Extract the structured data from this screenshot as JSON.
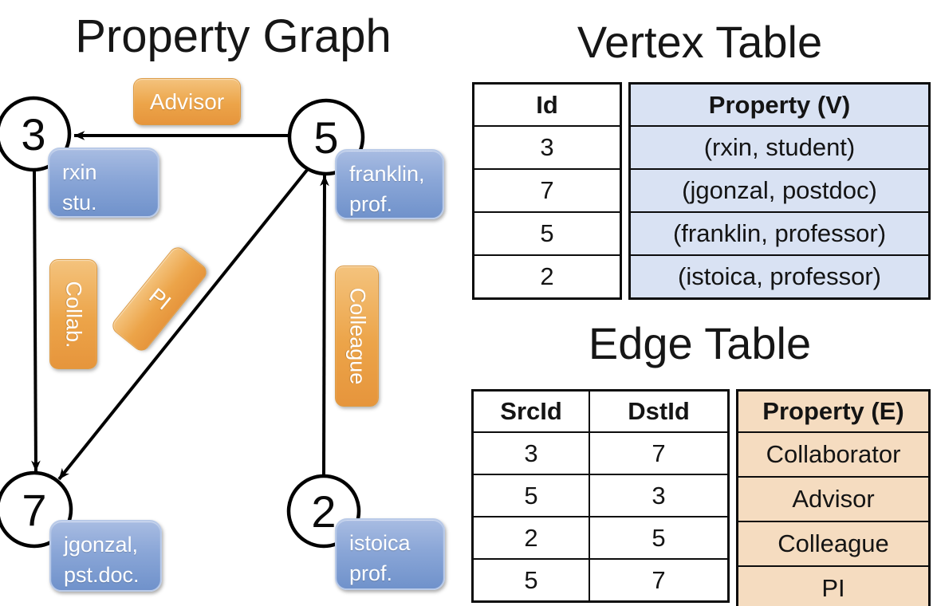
{
  "graph": {
    "title": "Property Graph",
    "nodes": [
      {
        "id": "3",
        "line1": "rxin",
        "line2": "stu."
      },
      {
        "id": "5",
        "line1": "franklin,",
        "line2": "prof."
      },
      {
        "id": "7",
        "line1": "jgonzal,",
        "line2": "pst.doc."
      },
      {
        "id": "2",
        "line1": "istoica",
        "line2": "prof."
      }
    ],
    "edge_labels": {
      "advisor": "Advisor",
      "collab": "Collab.",
      "pi": "PI",
      "colleague": "Colleague"
    },
    "edges": [
      {
        "from": "5",
        "to": "3",
        "label": "Advisor"
      },
      {
        "from": "3",
        "to": "7",
        "label": "Collab."
      },
      {
        "from": "5",
        "to": "7",
        "label": "PI"
      },
      {
        "from": "2",
        "to": "5",
        "label": "Colleague"
      }
    ]
  },
  "vertex_table": {
    "title": "Vertex Table",
    "columns": {
      "id": "Id",
      "property": "Property (V)"
    },
    "rows": [
      {
        "id": "3",
        "property": "(rxin, student)"
      },
      {
        "id": "7",
        "property": "(jgonzal, postdoc)"
      },
      {
        "id": "5",
        "property": "(franklin, professor)"
      },
      {
        "id": "2",
        "property": "(istoica, professor)"
      }
    ]
  },
  "edge_table": {
    "title": "Edge Table",
    "columns": {
      "src": "SrcId",
      "dst": "DstId",
      "property": "Property (E)"
    },
    "rows": [
      {
        "src": "3",
        "dst": "7",
        "property": "Collaborator"
      },
      {
        "src": "5",
        "dst": "3",
        "property": "Advisor"
      },
      {
        "src": "2",
        "dst": "5",
        "property": "Colleague"
      },
      {
        "src": "5",
        "dst": "7",
        "property": "PI"
      }
    ]
  },
  "colors": {
    "edge_label_fill_top": "#F4C37D",
    "edge_label_fill_bottom": "#E6953C",
    "vertex_label_fill_top": "#A8BCE2",
    "vertex_label_fill_bottom": "#7092CB",
    "vertex_table_cell_fill": "#D9E2F3",
    "edge_table_cell_fill": "#F5DCC0",
    "line_color": "#000000",
    "text_on_labels": "#FFFFFF"
  }
}
